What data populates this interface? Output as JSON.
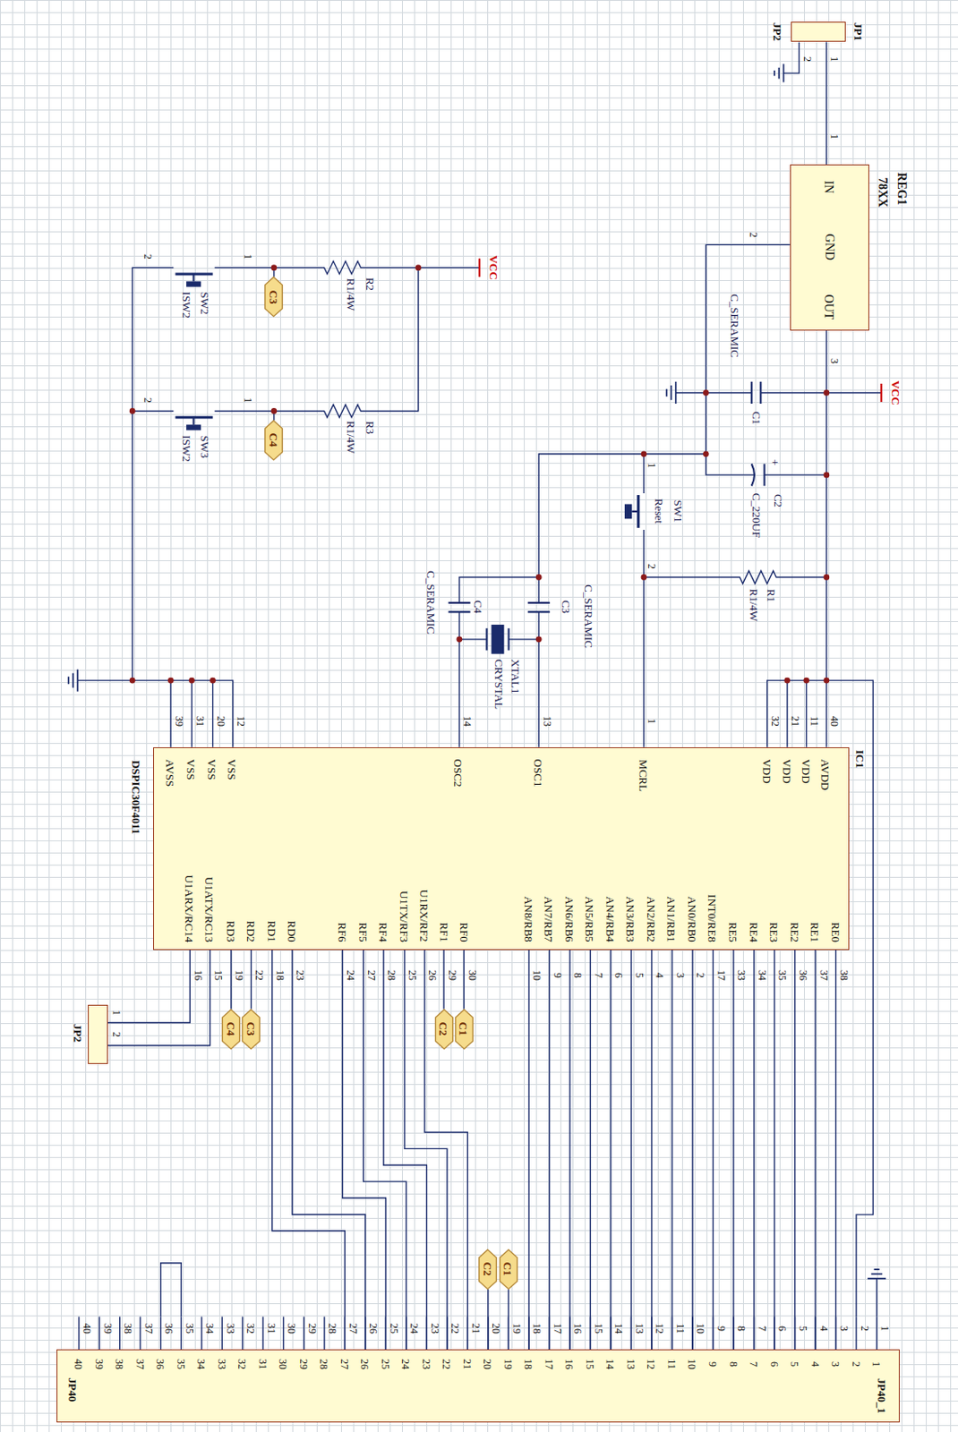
{
  "diagram": {
    "nodes": [
      {
        "text": [
          "JP1",
          "JP2"
        ]
      },
      {
        "text": [
          "REG1",
          "78XX",
          "IN",
          "GND",
          "OUT"
        ]
      },
      {
        "text": [
          "C3"
        ]
      },
      {
        "text": [
          "C4"
        ]
      },
      {
        "text": [
          "IC1",
          "DSPIC30F4011",
          "AVDD",
          "VDD",
          "VDD",
          "VDD",
          "MCRL",
          "OSC1",
          "OSC2",
          "VSS",
          "VSS",
          "VSS",
          "AVSS",
          "RE0",
          "RE1",
          "RE2",
          "RE3",
          "RE4",
          "RE5",
          "INT0/RE8",
          "AN0/RB0",
          "AN1/RB1",
          "AN2/RB2",
          "AN3/RB3",
          "AN4/RB4",
          "AN5/RB5",
          "AN6/RB6",
          "AN7/RB7",
          "AN8/RB8",
          "RF0",
          "RF1",
          "U1RX/RF2",
          "U1TX/RF3",
          "RF4",
          "RF5",
          "RF6",
          "RD0",
          "RD1",
          "RD2",
          "RD3",
          "U1ATX/RC13",
          "U1ARX/RC14"
        ]
      },
      {
        "text": [
          "C1"
        ]
      },
      {
        "text": [
          "C2"
        ]
      },
      {
        "text": [
          "C3"
        ]
      },
      {
        "text": [
          "C4"
        ]
      },
      {
        "text": [
          "JP2"
        ]
      },
      {
        "text": [
          "C1"
        ]
      },
      {
        "text": [
          "C2"
        ]
      },
      {
        "text": [
          "JP40_1",
          "JP40",
          "1",
          "2",
          "3",
          "4",
          "5",
          "6",
          "7",
          "8",
          "9",
          "10",
          "11",
          "12",
          "13",
          "14",
          "15",
          "16",
          "17",
          "18",
          "19",
          "20",
          "21",
          "22",
          "23",
          "24",
          "25",
          "26",
          "27",
          "28",
          "29",
          "30",
          "31",
          "32",
          "33",
          "34",
          "35",
          "36",
          "37",
          "38",
          "39",
          "40"
        ]
      }
    ],
    "edges": [
      {
        "from": 0,
        "to": 1,
        "arrow": "none"
      },
      {
        "from": 4,
        "to": 12,
        "arrow": "none"
      },
      {
        "from": 4,
        "to": 12,
        "arrow": "none"
      },
      {
        "from": 4,
        "to": 12,
        "arrow": "none"
      },
      {
        "from": 4,
        "to": 12,
        "arrow": "none"
      },
      {
        "from": 4,
        "to": 12,
        "arrow": "none"
      },
      {
        "from": 4,
        "to": 12,
        "arrow": "none"
      },
      {
        "from": 4,
        "to": 12,
        "arrow": "none"
      },
      {
        "from": 4,
        "to": 12,
        "arrow": "none"
      },
      {
        "from": 4,
        "to": 12,
        "arrow": "none"
      },
      {
        "from": 4,
        "to": 12,
        "arrow": "none"
      },
      {
        "from": 4,
        "to": 12,
        "arrow": "none"
      },
      {
        "from": 4,
        "to": 12,
        "arrow": "none"
      },
      {
        "from": 4,
        "to": 12,
        "arrow": "none"
      },
      {
        "from": 4,
        "to": 12,
        "arrow": "none"
      },
      {
        "from": 4,
        "to": 12,
        "arrow": "none"
      },
      {
        "from": 4,
        "to": 12,
        "arrow": "none"
      },
      {
        "from": 4,
        "to": 5,
        "arrow": "none"
      },
      {
        "from": 4,
        "to": 6,
        "arrow": "none"
      },
      {
        "from": 4,
        "to": 12,
        "arrow": "none"
      },
      {
        "from": 4,
        "to": 12,
        "arrow": "none"
      },
      {
        "from": 4,
        "to": 12,
        "arrow": "none"
      },
      {
        "from": 4,
        "to": 12,
        "arrow": "none"
      },
      {
        "from": 4,
        "to": 12,
        "arrow": "none"
      },
      {
        "from": 4,
        "to": 12,
        "arrow": "none"
      },
      {
        "from": 4,
        "to": 12,
        "arrow": "none"
      },
      {
        "from": 4,
        "to": 7,
        "arrow": "none"
      },
      {
        "from": 4,
        "to": 8,
        "arrow": "none"
      },
      {
        "from": 4,
        "to": 9,
        "arrow": "none"
      },
      {
        "from": 4,
        "to": 9,
        "arrow": "none"
      },
      {
        "from": 10,
        "to": 12,
        "arrow": "none"
      },
      {
        "from": 11,
        "to": 12,
        "arrow": "none"
      }
    ],
    "labels": [
      "1",
      "2",
      "1",
      "2",
      "3",
      "VCC",
      "C_SERAMIC",
      "C1",
      "+",
      "C2",
      "C_220UF",
      "SW1",
      "Reset",
      "1",
      "2",
      "R1",
      "R1/4W",
      "C3",
      "C_SERAMIC",
      "C4",
      "C_SERAMIC",
      "XTAL1",
      "CRYSTAL",
      "VCC",
      "R2",
      "R1/4W",
      "R3",
      "R1/4W",
      "1",
      "2",
      "SW2",
      "ISW2",
      "1",
      "2",
      "SW3",
      "ISW2",
      "40",
      "11",
      "21",
      "32",
      "1",
      "13",
      "14",
      "12",
      "20",
      "31",
      "39",
      "38",
      "37",
      "36",
      "35",
      "34",
      "33",
      "17",
      "2",
      "3",
      "4",
      "5",
      "6",
      "7",
      "8",
      "9",
      "10",
      "30",
      "29",
      "26",
      "25",
      "28",
      "27",
      "24",
      "23",
      "18",
      "22",
      "19",
      "15",
      "16",
      "1",
      "2",
      "3",
      "4",
      "5",
      "6",
      "7",
      "8",
      "9",
      "10",
      "11",
      "12",
      "13",
      "14",
      "15",
      "16",
      "17",
      "18",
      "19",
      "20",
      "21",
      "22",
      "23",
      "24",
      "25",
      "26",
      "27",
      "28",
      "29",
      "30",
      "31",
      "32",
      "33",
      "34",
      "35",
      "36",
      "37",
      "38",
      "39",
      "40",
      "1",
      "2"
    ]
  }
}
